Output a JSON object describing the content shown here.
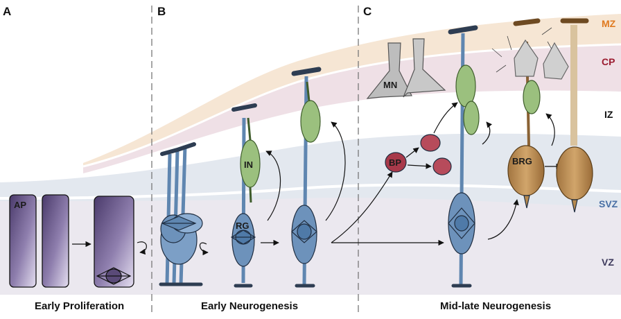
{
  "panels": [
    {
      "letter": "A",
      "caption": "Early Proliferation"
    },
    {
      "letter": "B",
      "caption": "Early Neurogenesis"
    },
    {
      "letter": "C",
      "caption": "Mid-late Neurogenesis"
    }
  ],
  "zones": [
    {
      "label": "MZ",
      "color": "#e07a1f"
    },
    {
      "label": "CP",
      "color": "#9b1b30"
    },
    {
      "label": "IZ",
      "color": "#111111"
    },
    {
      "label": "SVZ",
      "color": "#4a6fa5"
    },
    {
      "label": "VZ",
      "color": "#3d3a5c"
    }
  ],
  "cells": {
    "ap": "AP",
    "rg": "RG",
    "in": "IN",
    "bp": "BP",
    "mn": "MN",
    "brg": "BRG"
  },
  "colors": {
    "ap": "#6d5a8c",
    "rg": "#5f86b0",
    "in": "#9bc07e",
    "bp": "#a8394a",
    "mn": "#bdbdbd",
    "brg": "#b5894f",
    "endfoot": "#2e3d52",
    "band_mz": "#f6e6d4",
    "band_cp": "#efe0e6",
    "band_svz": "#e3e8ef",
    "band_vz": "#ebe8ef"
  }
}
